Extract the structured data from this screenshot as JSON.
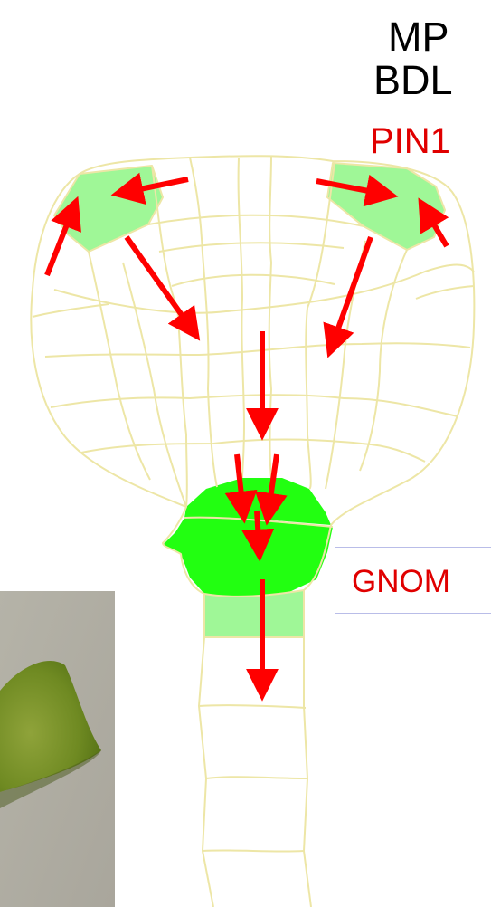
{
  "labels": {
    "mp": "MP",
    "bdl": "BDL",
    "pin1": "PIN1",
    "gnom": "GNOM"
  },
  "colors": {
    "pin1_text": "#e00000",
    "gnom_text": "#e00000",
    "arrow": "#ff0000",
    "cell_wall": "#ede6a6",
    "light_green": "#9ff797",
    "bright_green": "#22ff11",
    "dark_green": "#10ab00"
  }
}
